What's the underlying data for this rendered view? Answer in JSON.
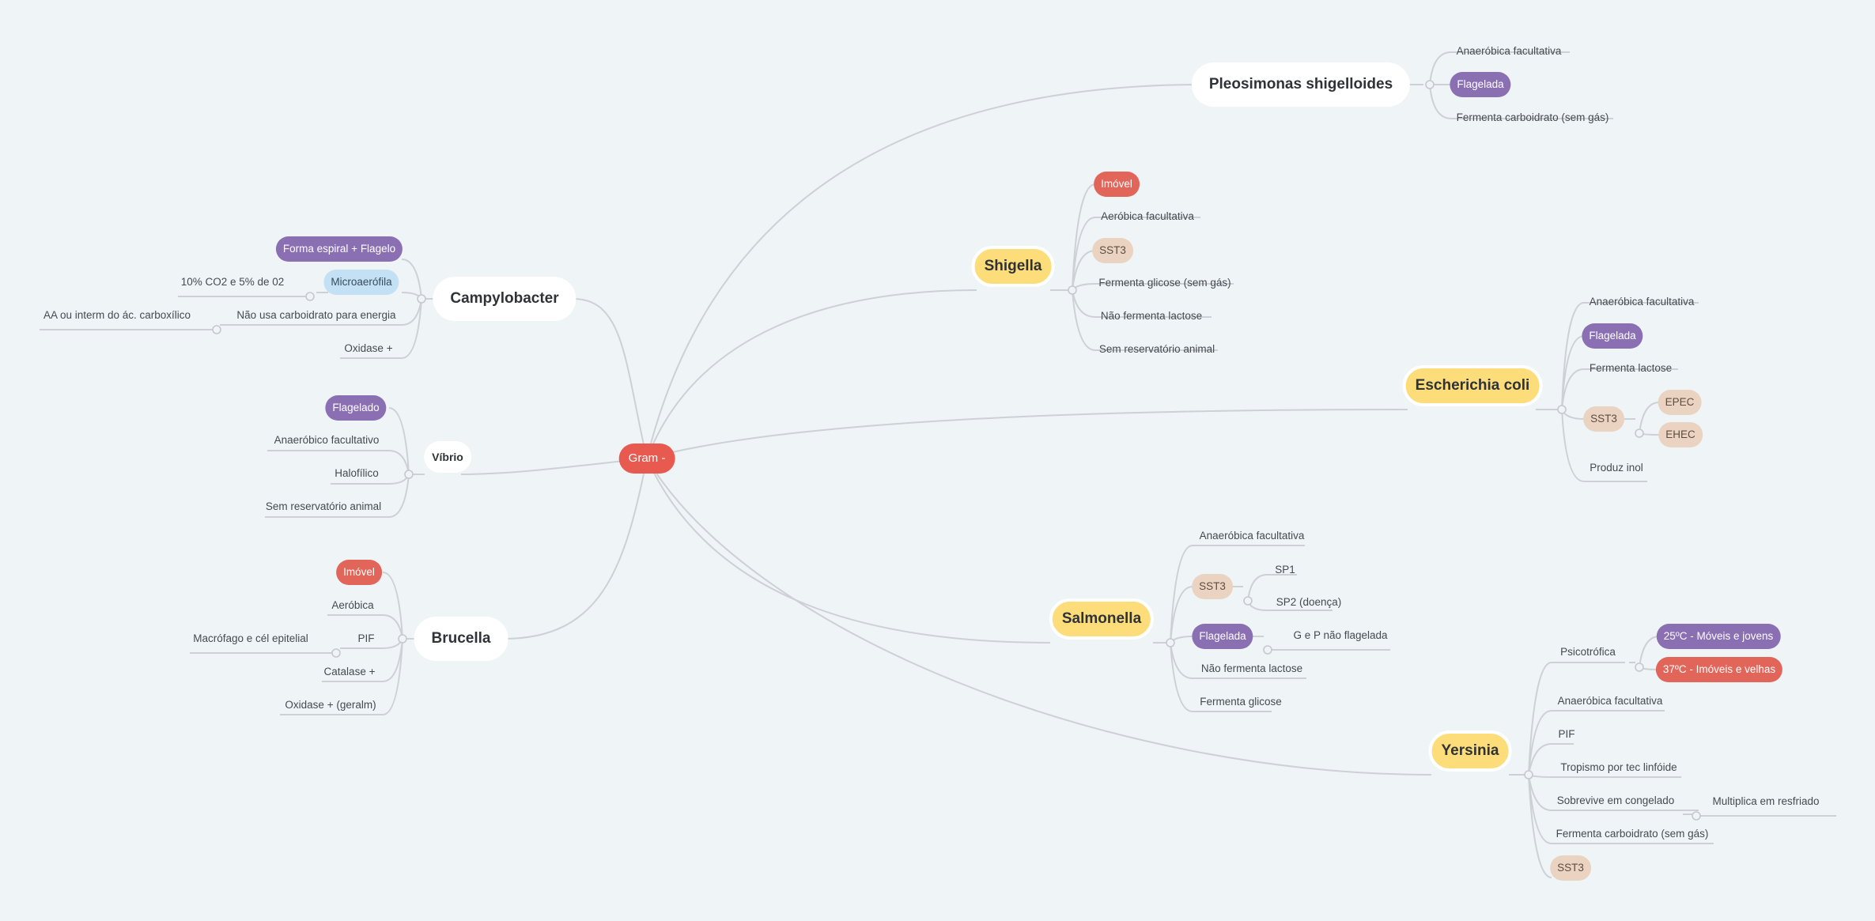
{
  "root": {
    "label": "Gram -"
  },
  "colors": {
    "purple": "#8a6fb3",
    "red": "#e2655a",
    "blue": "#c4e0f4",
    "beige": "#ead4c1",
    "yellow": "#fddc7a",
    "center": "#e85a4f"
  },
  "pleo": {
    "label": "Pleosimonas shigelloides",
    "children": [
      "Anaeróbica facultativa",
      "Flagelada",
      "Fermenta carboidrato (sem gás)"
    ]
  },
  "shigella": {
    "label": "Shigella",
    "children": [
      "Imóvel",
      "Aeróbica facultativa",
      "SST3",
      "Fermenta glicose (sem gás)",
      "Não fermenta lactose",
      "Sem reservatório animal"
    ]
  },
  "ecoli": {
    "label": "Escherichia coli",
    "children": [
      "Anaeróbica facultativa",
      "Flagelada",
      "Fermenta lactose",
      "SST3",
      "Produz inol"
    ],
    "sst3_children": [
      "EPEC",
      "EHEC"
    ]
  },
  "salmonella": {
    "label": "Salmonella",
    "children": [
      "Anaeróbica facultativa",
      "SST3",
      "Flagelada",
      "Não fermenta lactose",
      "Fermenta glicose"
    ],
    "sst3_children": [
      "SP1",
      "SP2 (doença)"
    ],
    "flagelada_children": [
      "G e P não flagelada"
    ]
  },
  "yersinia": {
    "label": "Yersinia",
    "children": [
      "Psicotrófica",
      "Anaeróbica facultativa",
      "PIF",
      "Tropismo por tec linfóide",
      "Sobrevive em congelado",
      "Fermenta carboidrato (sem gás)",
      "SST3"
    ],
    "psico_children": [
      "25ºC - Móveis e jovens",
      "37ºC - Imóveis e velhas"
    ],
    "congelado_children": [
      "Multiplica em resfriado"
    ]
  },
  "campylobacter": {
    "label": "Campylobacter",
    "children": [
      "Forma espiral + Flagelo",
      "Microaerófila",
      "Não usa carboidrato para energia",
      "Oxidase +"
    ],
    "micro_children": [
      "10% CO2 e 5% de 02"
    ],
    "carb_children": [
      "AA ou interm do ác. carboxílico"
    ]
  },
  "vibrio": {
    "label": "Víbrio",
    "children": [
      "Flagelado",
      "Anaeróbico facultativo",
      "Halofílico",
      "Sem reservatório animal"
    ]
  },
  "brucella": {
    "label": "Brucella",
    "children": [
      "Imóvel",
      "Aeróbica",
      "PIF",
      "Catalase +",
      "Oxidase + (geralm)"
    ],
    "pif_children": [
      "Macrófago e cél epitelial"
    ]
  }
}
